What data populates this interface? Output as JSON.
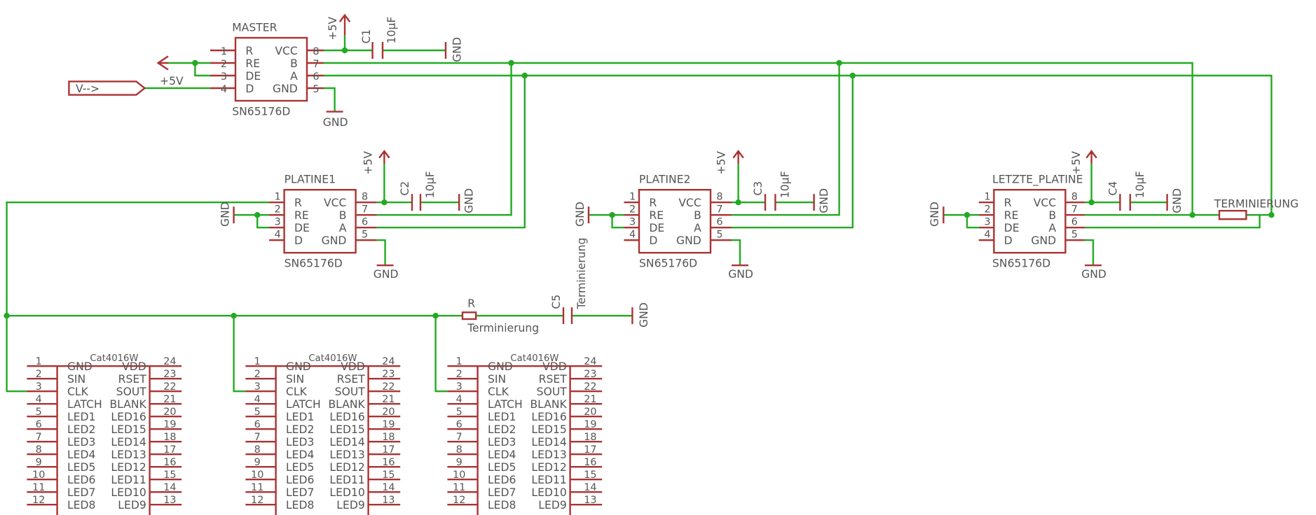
{
  "rs485": {
    "master": {
      "label": "MASTER",
      "value": "SN65176D"
    },
    "platine1": {
      "label": "PLATINE1",
      "value": "SN65176D"
    },
    "platine2": {
      "label": "PLATINE2",
      "value": "SN65176D"
    },
    "letzte": {
      "label": "LETZTE_PLATINE",
      "value": "SN65176D"
    },
    "left_pins": [
      {
        "num": "1",
        "name": "R"
      },
      {
        "num": "2",
        "name": "RE"
      },
      {
        "num": "3",
        "name": "DE"
      },
      {
        "num": "4",
        "name": "D"
      }
    ],
    "right_pins": [
      {
        "num": "8",
        "name": "VCC"
      },
      {
        "num": "7",
        "name": "B"
      },
      {
        "num": "6",
        "name": "A"
      },
      {
        "num": "5",
        "name": "GND"
      }
    ]
  },
  "labels": {
    "vcc": "+5V",
    "gnd": "GND",
    "cap_value": "10µF",
    "c1": "C1",
    "c2": "C2",
    "c3": "C3",
    "c4": "C4",
    "c5": "C5",
    "termination_upper": "TERMINIERUNG",
    "termination_lower": "Terminierung",
    "termination_c5": "Terminierung",
    "r_name": "R",
    "input_port": "V-->",
    "input_net": "+5V"
  },
  "led_driver": {
    "name": "Cat4016W",
    "pins": [
      {
        "ln": "1",
        "lname": "GND",
        "rname": "VDD",
        "rn": "24"
      },
      {
        "ln": "2",
        "lname": "SIN",
        "rname": "RSET",
        "rn": "23"
      },
      {
        "ln": "3",
        "lname": "CLK",
        "rname": "SOUT",
        "rn": "22"
      },
      {
        "ln": "4",
        "lname": "LATCH",
        "rname": "BLANK",
        "rn": "21"
      },
      {
        "ln": "5",
        "lname": "LED1",
        "rname": "LED16",
        "rn": "20"
      },
      {
        "ln": "6",
        "lname": "LED2",
        "rname": "LED15",
        "rn": "19"
      },
      {
        "ln": "7",
        "lname": "LED3",
        "rname": "LED14",
        "rn": "18"
      },
      {
        "ln": "8",
        "lname": "LED4",
        "rname": "LED13",
        "rn": "17"
      },
      {
        "ln": "9",
        "lname": "LED5",
        "rname": "LED12",
        "rn": "16"
      },
      {
        "ln": "10",
        "lname": "LED6",
        "rname": "LED11",
        "rn": "15"
      },
      {
        "ln": "11",
        "lname": "LED7",
        "rname": "LED10",
        "rn": "14"
      },
      {
        "ln": "12",
        "lname": "LED8",
        "rname": "LED9",
        "rn": "13"
      }
    ]
  }
}
